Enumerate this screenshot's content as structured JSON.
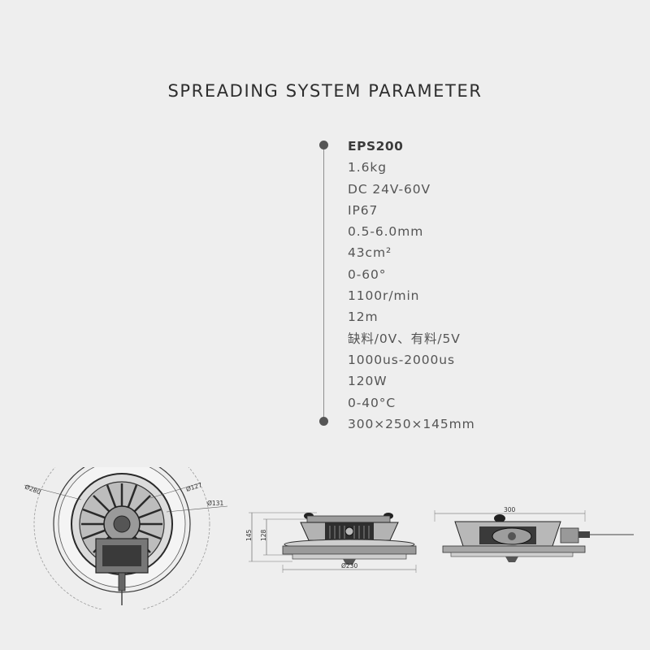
{
  "title": "SPREADING SYSTEM PARAMETER",
  "parameters": [
    "EPS200",
    "1.6kg",
    "DC 24V-60V",
    "IP67",
    "0.5-6.0mm",
    "43cm²",
    "0-60°",
    "1100r/min",
    "12m",
    "缺料/0V、有料/5V",
    "1000us-2000us",
    "120W",
    "0-40°C",
    "300×250×145mm"
  ],
  "drawings": {
    "top_view": {
      "dia_outer": "Ø280",
      "dia_mid": "Ø127",
      "dia_inner": "Ø131"
    },
    "front_view": {
      "height_total": "145",
      "height_body": "128",
      "width": "Ø230"
    },
    "side_view": {
      "width": "300"
    }
  }
}
